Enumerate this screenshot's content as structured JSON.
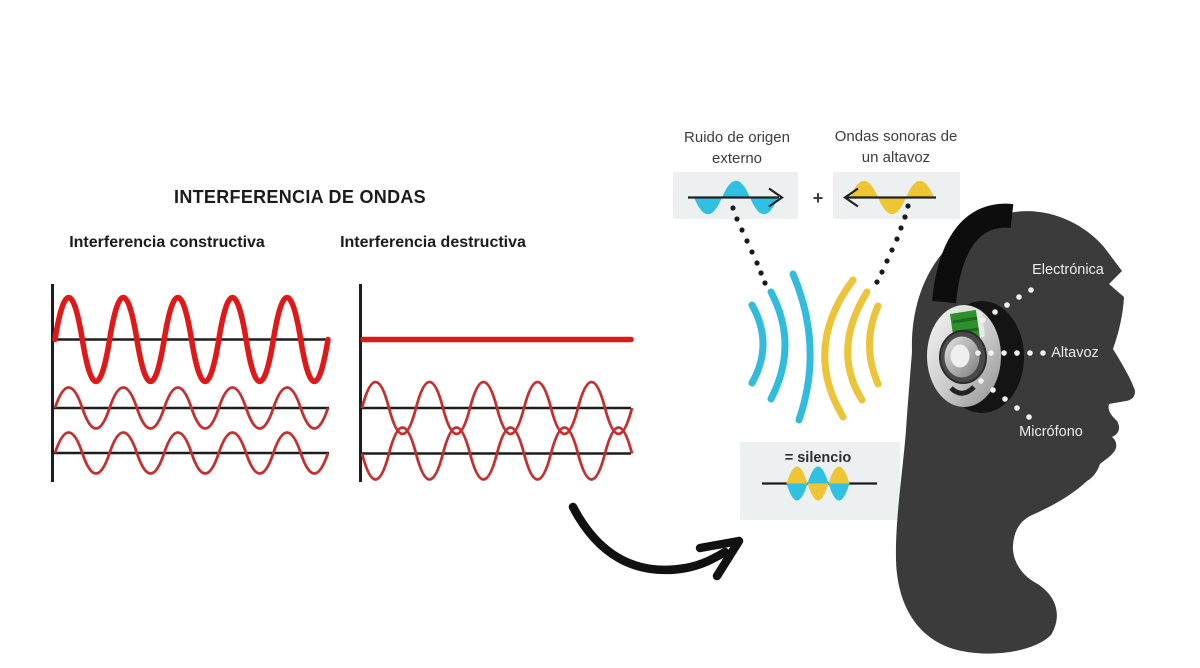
{
  "title": "INTERFERENCIA DE ONDAS",
  "panels": {
    "constructive": {
      "label": "Interferencia constructiva",
      "description": "two in-phase component waves (5 cycles each) sum to one large resultant wave",
      "cycles": 5
    },
    "destructive": {
      "label": "Interferencia destructiva",
      "description": "two opposite-phase component waves (5 cycles each) sum to a flat line",
      "cycles": 5
    }
  },
  "noise_cancelling": {
    "external_noise_label_line1": "Ruido de origen",
    "external_noise_label_line2": "externo",
    "speaker_waves_label_line1": "Ondas sonoras de",
    "speaker_waves_label_line2": "un altavoz",
    "plus_sign": "+",
    "silence_label": "= silencio",
    "headphone_labels": {
      "electronics": "Electrónica",
      "speaker": "Altavoz",
      "microphone": "Micrófono"
    }
  },
  "colors": {
    "wave_red_thick": "#e01818",
    "wave_red_thin": "#c62f2f",
    "axis_black": "#1d1d1d",
    "noise_cyan": "#2fc0e2",
    "speaker_yellow": "#eec635",
    "panel_box_gray": "#edf0f0",
    "head_silhouette_gray": "#3b3b3b",
    "headband_black": "#0d0d0d",
    "label_white": "#ececec",
    "background": "#ffffff"
  }
}
